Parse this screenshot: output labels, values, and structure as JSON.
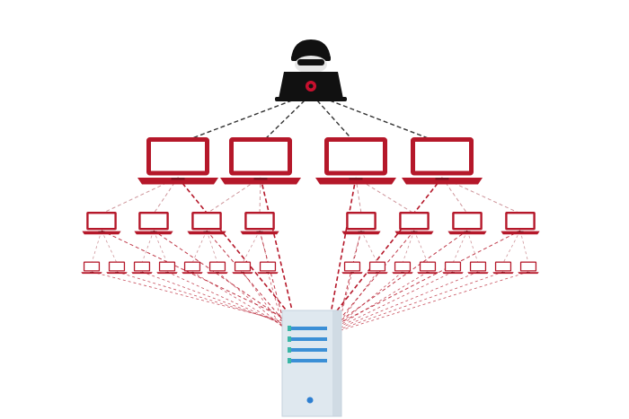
{
  "diagram": {
    "type": "botnet-ddos",
    "attacker": {
      "icon": "hacker-icon",
      "device": "black-laptop-icon"
    },
    "tiers": [
      {
        "level": 1,
        "role": "compromised laptops",
        "count": 4,
        "icon": "laptop-icon"
      },
      {
        "level": 2,
        "role": "compromised laptops",
        "count": 8,
        "icon": "laptop-icon"
      },
      {
        "level": 3,
        "role": "compromised laptops",
        "count": 16,
        "icon": "laptop-icon"
      }
    ],
    "target": {
      "icon": "server-icon"
    },
    "colors": {
      "bot": "#b5182a",
      "bot_screen": "#ffffff",
      "attacker": "#111111",
      "attacker_accent": "#c8102e",
      "command_line": "#333333",
      "attack_line": "#b5182a",
      "attack_line_light": "#c98a90",
      "server_body": "#dfe8ef",
      "server_edge": "#c6d2dc",
      "server_bar": "#3b8fd6",
      "server_led": "#2e7fd1"
    }
  }
}
